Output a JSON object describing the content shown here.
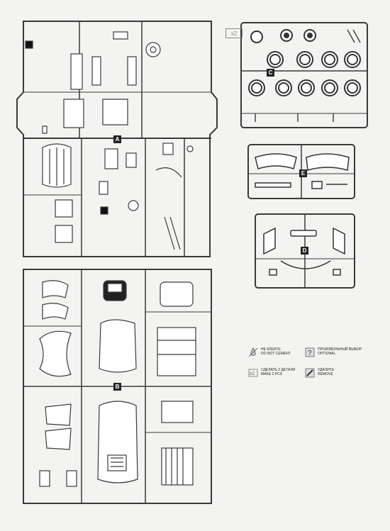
{
  "sprues": {
    "a": {
      "letter": "A"
    },
    "b": {
      "letter": "B"
    },
    "c": {
      "letter": "C",
      "multiplier": "x2"
    },
    "d": {
      "letter": "D"
    },
    "e": {
      "letter": "E"
    }
  },
  "legend": {
    "no_cement": {
      "line1": "НЕ КЛЕИТЬ",
      "line2": "DO NOT CEMENT",
      "icon": "glue-drop-icon"
    },
    "optional": {
      "line1": "ПРОИЗВОЛЬНЫЙ ВЫБОР",
      "line2": "OPTIONAL",
      "icon": "question-icon"
    },
    "make_two": {
      "line1": "СДЕЛАТЬ 2 ДЕТАЛИ",
      "line2": "MAKE 2 PCS",
      "icon": "x2-icon"
    },
    "remove": {
      "line1": "УДАЛИТЬ",
      "line2": "REMOVE",
      "icon": "cut-icon"
    }
  },
  "colors": {
    "frame": "#3a3a3a",
    "paper": "#f3f3f1",
    "part": "#555555"
  }
}
